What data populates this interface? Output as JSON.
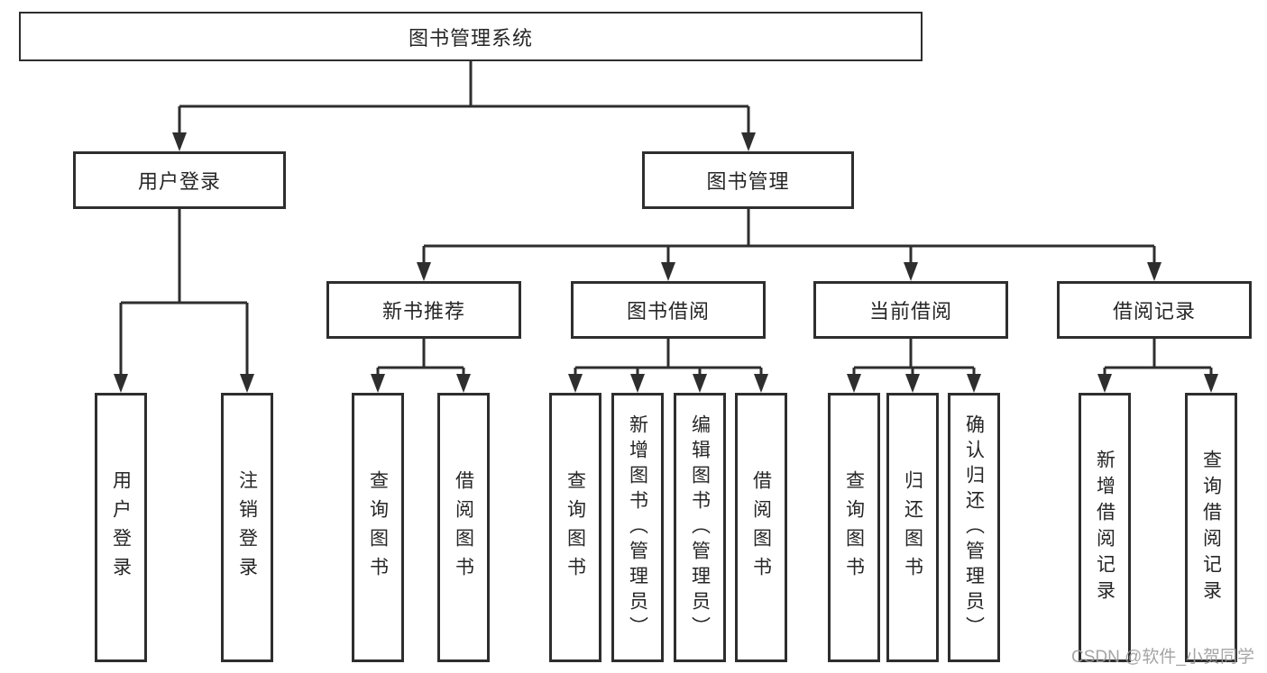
{
  "diagram": {
    "nodes": {
      "root": "图书管理系统",
      "level2": [
        "用户登录",
        "图书管理"
      ],
      "level3": [
        "新书推荐",
        "图书借阅",
        "当前借阅",
        "借阅记录"
      ],
      "leaves": [
        "用户登录",
        "注销登录",
        "查询图书",
        "借阅图书",
        "查询图书",
        "新增图书（管理员）",
        "编辑图书（管理员）",
        "借阅图书",
        "查询图书",
        "归还图书",
        "确认归还（管理员）",
        "新增借阅记录",
        "查询借阅记录"
      ]
    },
    "watermark": "CSDN @软件_小贺同学",
    "colors": {
      "line": "#2e2e2e",
      "text": "#262626",
      "background": "#ffffff",
      "watermark": "#9d9d9d"
    }
  }
}
